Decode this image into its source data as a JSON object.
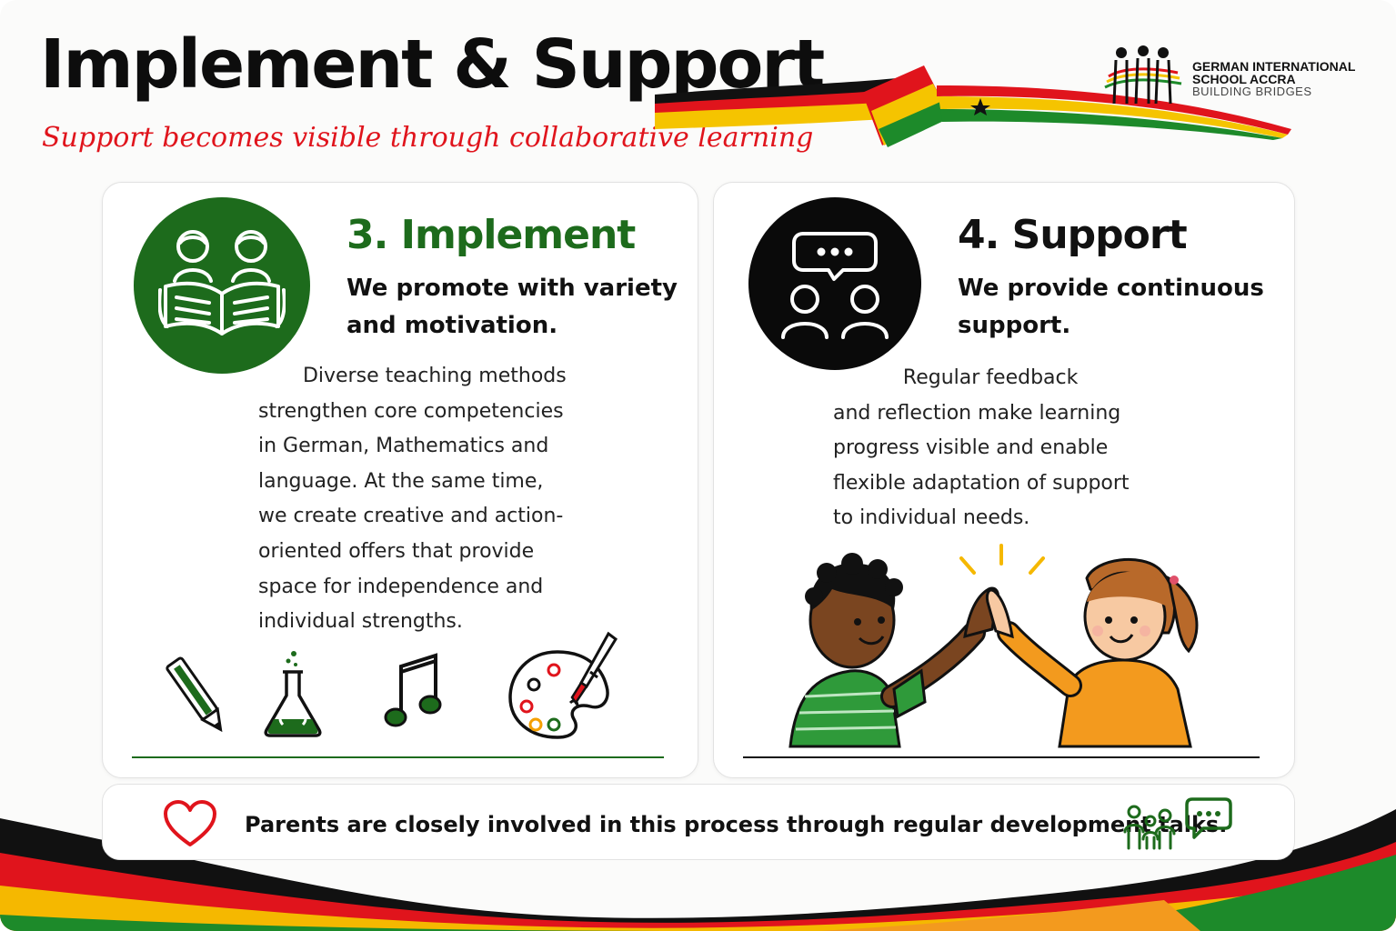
{
  "header": {
    "title": "Implement & Support",
    "subtitle": "Support becomes visible through collaborative learning"
  },
  "logo": {
    "line1": "GERMAN INTERNATIONAL",
    "line2": "SCHOOL ACCRA",
    "line3": "BUILDING BRIDGES"
  },
  "implement": {
    "title": "3. Implement",
    "subtitle": "We promote with variety and motivation.",
    "body": "       Diverse teaching methods\nstrengthen core competencies\nin German, Mathematics and\nlanguage. At the same time,\nwe create creative and action-\noriented offers that provide\nspace for independence and\nindividual strengths.",
    "icons": [
      "readers-book-icon",
      "pencil-icon",
      "flask-icon",
      "music-note-icon",
      "paint-palette-icon"
    ]
  },
  "support": {
    "title": "4. Support",
    "subtitle": "We provide continuous support.",
    "body": "           Regular feedback\nand reflection make learning\nprogress visible and enable\nflexible adaptation of support\nto individual needs.",
    "icons": [
      "speech-bubble-people-icon",
      "high-five-illustration"
    ]
  },
  "footer": {
    "text": "Parents are closely involved in this process through regular development talks.",
    "icons": [
      "heart-icon",
      "family-icon",
      "chat-icon"
    ]
  },
  "colors": {
    "green": "#1d6b1c",
    "red": "#e0141c",
    "black": "#111111",
    "gold": "#f5c400",
    "orange": "#f39a1e"
  }
}
